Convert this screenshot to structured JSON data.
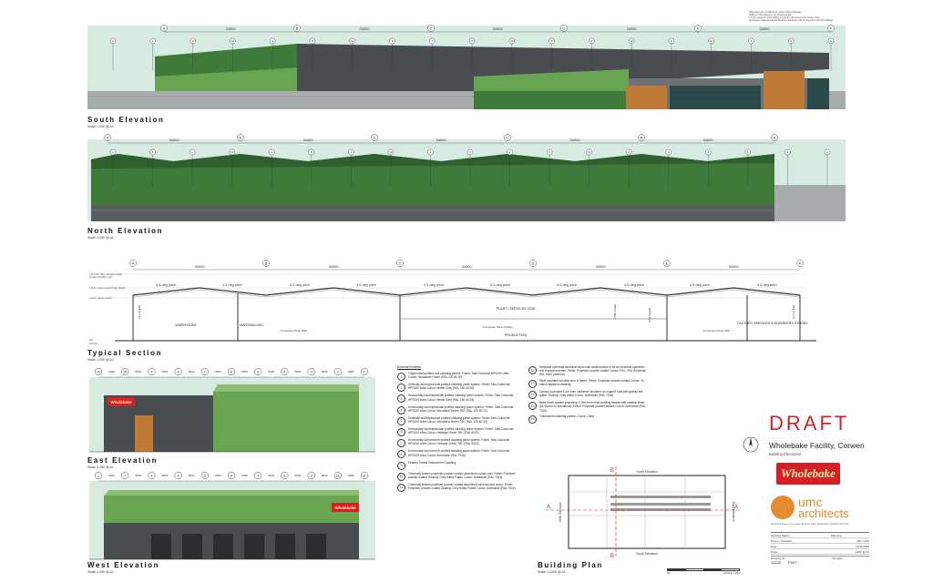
{
  "sheet_notes": [
    "Dimensions are in millimetres, unless stated otherwise.",
    "Scaling of this drawing is not recommended.",
    "It is the recipients responsibility to print this document to the correct scale.",
    "All relevant drawings and specifications should be read in conjunction with this drawing."
  ],
  "south": {
    "title": "South Elevation",
    "scale": "Scale 1:250 @ A1",
    "grids": [
      "A",
      "B",
      "C",
      "D",
      "E",
      "F"
    ],
    "dims": [
      "34000",
      "34000",
      "34000",
      "34000",
      "34000"
    ],
    "callouts": [
      "2",
      "1",
      "3",
      "13",
      "3",
      "5",
      "14",
      "1",
      "7",
      "3",
      "13",
      "5",
      "3",
      "10",
      "9",
      "13",
      "5",
      "3",
      "2"
    ]
  },
  "north": {
    "title": "North Elevation",
    "scale": "Scale 1:250 @ A1",
    "grids": [
      "F",
      "E",
      "D",
      "C",
      "B",
      "A"
    ],
    "dims": [
      "34000",
      "34000",
      "34000",
      "34000",
      "34000"
    ],
    "callouts": [
      "2",
      "5",
      "2",
      "13",
      "3",
      "5",
      "4",
      "14",
      "2",
      "3",
      "1",
      "5",
      "13",
      "2",
      "3",
      "4",
      "1",
      "5",
      "2"
    ]
  },
  "section": {
    "title": "Typical Section",
    "scale": "Scale 1:250 @ A1",
    "grids": [
      "A",
      "B",
      "C",
      "D",
      "E",
      "F"
    ],
    "dims": [
      "34000",
      "34000",
      "34000",
      "34000",
      "34000"
    ],
    "pitch_label": "4.5 deg pitch",
    "level_labels": [
      "+16.974m Max. Parapet Height",
      "(Lower elevation only)",
      "+11.5m Approximate Ridge Height",
      "+10.3m Eaves Height",
      "FFL",
      "Ground"
    ],
    "rooms": [
      "WAREHOUSE",
      "MARSHALLING",
      "PLANT / SERVICES VOID",
      "PRODUCTION",
      "FACTORY SERVICES & ENGINEERS STORES"
    ],
    "notes": [
      "Composite Panel Wall",
      "Composite Panel Ceiling",
      "Composite Panel Wall"
    ],
    "clear_labels": [
      "12m CLEAR",
      "1.9M CLEAR",
      "2.5M CLEAR",
      "10m CLEAR"
    ]
  },
  "east": {
    "title": "East Elevation",
    "scale": "Scale 1:250 @ A1",
    "grids": [
      "11",
      "10",
      "9",
      "8",
      "7",
      "6",
      "5",
      "4",
      "3",
      "2",
      "1"
    ],
    "dims": [
      "6000",
      "8000",
      "8000",
      "8000",
      "8000",
      "8000",
      "8000",
      "8000",
      "8000",
      "8000"
    ]
  },
  "west": {
    "title": "West Elevation",
    "scale": "Scale 1:250 @ A1",
    "grids": [
      "1",
      "2",
      "3",
      "4",
      "5",
      "6",
      "7",
      "8",
      "9",
      "10",
      "11"
    ],
    "dims": [
      "6000",
      "8000",
      "8000",
      "8000",
      "8000",
      "8000",
      "8000",
      "8000",
      "8000",
      "8000"
    ]
  },
  "finishes": {
    "heading": "External Finishes",
    "col1": [
      {
        "n": "1",
        "t": "Trapezoidal profiled roof cladding panels. Finish: Tata Colorcoat HPS200 Ultra Colour: Woodland Green (RAL 100 60 20)"
      },
      {
        "n": "2",
        "t": "Vertically laid trapezoidal profiled cladding panel system. Finish: Tata Colorcoat HPS200 Ultra Colour: Merlin Grey (RAL 180 40 05)"
      },
      {
        "n": "3",
        "t": "Horizontally laid trapezoidal profiled cladding panel system. Finish: Tata Colorcoat HPS200 Ultra Colour: Merlin Grey (RAL 180 40 05)"
      },
      {
        "n": "4",
        "t": "Horizontally laid trapezoidal profiled cladding panel system. Finish: Tata Colorcoat HPS200 Ultra Colour: Woodland Green TBC (RAL 100 60 20)"
      },
      {
        "n": "5",
        "t": "Vertically laid trapezoidal profiled cladding panel system. Finish: Tata Colorcoat HPS200 Ultra Colour: Woodland Green TBC (RAL 100 60 20)"
      },
      {
        "n": "6",
        "t": "Horizontally laid trapezoidal profiled cladding panel system. Finish: Tata Colorcoat HPS200 Ultra Colour: Heritage Green TBC (RAL 6002)"
      },
      {
        "n": "7",
        "t": "Horizontally laid microrib profiled cladding panel system. Finish: Tata Colorcoat HPS200 Ultra Colour: Heritage Green TBC (RAL 6002)"
      },
      {
        "n": "8",
        "t": "Horizontally laid microrib profiled cladding panel system. Finish: Tata Colorcoat HPS200 Ultra Colour: Anthracite (RAL 7016)"
      },
      {
        "n": "9",
        "t": "Feature Timber Rainscreen Cladding"
      },
      {
        "n": "10",
        "t": "Thermally broken polyester powder coated aluminium curtain wall. Finish: Polyester powder coated Glazing: Grey tinted Frame Colour: Anthracite (RAL 7016)"
      },
      {
        "n": "11",
        "t": "Thermally broken polyester powder coated aluminium windows and doors. Finish: Polyester powder coated Glazing: Grey tinted Frame Colour: Anthracite (RAL 7016)"
      }
    ],
    "col2": [
      {
        "n": "12",
        "t": "Sectional overhead sectional doors with small access to be an electrical operation and manual override. Finish: Polyester powder coated Colour: RAL 7016 (External) RAL 9002 (Internal)"
      },
      {
        "n": "13",
        "t": "Steel insulated security door & frame. Finish: Polyester powder coated Colour: To match adjacent cladding"
      },
      {
        "n": "14",
        "t": "Canopy to project 1.2m from cantilever structure on support rods with gravity fed gutter. Glazing: Grey tinted Colour: Anthracite (RAL 7016)"
      },
      {
        "n": "15",
        "t": "Brise Soleil system projecting 1.25m from main building facade with metallic finish (as shown on elevations). Finish: Polyester powder coated Colour: Anthracite (RAL 7016)"
      },
      {
        "n": "16",
        "t": "Translucent cladding panels. Colour: Clear"
      }
    ]
  },
  "plan": {
    "title": "Building Plan",
    "scale": "Scale 1:1000 @ A1",
    "labels": [
      "North Elevation",
      "South Elevation",
      "West Elevation",
      "East Elevation"
    ],
    "section_marks": [
      "B",
      "A",
      "A",
      "B"
    ],
    "scale_bar": [
      "0m",
      "SCALE 1:250"
    ]
  },
  "titleblock": {
    "draft": "DRAFT",
    "project": "Wholebake Facility, Corwen",
    "drawing": "Building Elevations",
    "client_logo": "Wholebake",
    "architect_mark": "umc",
    "architect_word": "architects",
    "address": "Beechfield House, Lyme Green Business Park, Macclesfield, Cheshire SK11 0JL",
    "rows": [
      {
        "label": "Drawing Status",
        "value": ""
      },
      {
        "label": "Drawn / Checked",
        "value": "RK / CKO"
      },
      {
        "label": "Date",
        "value": "22/11/2018"
      },
      {
        "label": "Scale",
        "value": "1:250 @ A1"
      }
    ],
    "drawing_no_label": "Drawing no.",
    "drawing_no": "13132",
    "sheet": "P007",
    "revision_label": "Revision",
    "revision": "-",
    "planning": "Planning"
  },
  "colors": {
    "roof_green": "#3f7a3a",
    "bright_green": "#69a550",
    "light_green": "#8cc070",
    "grey": "#a9acad",
    "dark": "#4a4d50",
    "timber": "#c07a38",
    "sky": "#d7ebe3",
    "red": "#d42128"
  }
}
